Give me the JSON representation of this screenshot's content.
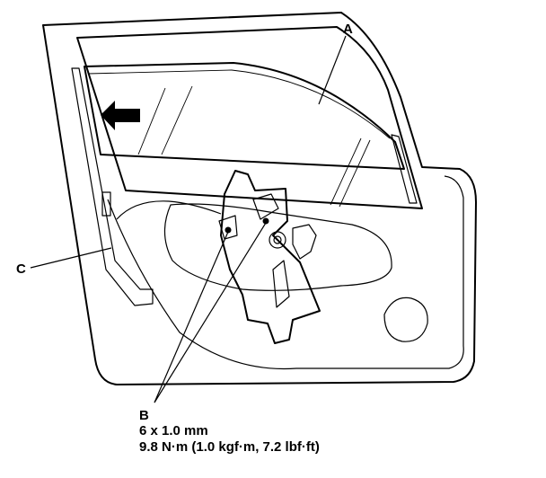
{
  "labels": {
    "a": "A",
    "b": "B",
    "c": "C"
  },
  "spec": {
    "bolt_size": "6 x 1.0 mm",
    "torque": "9.8 N·m (1.0 kgf·m, 7.2 lbf·ft)"
  },
  "icons": {
    "direction_arrow": "left-arrow-icon"
  },
  "colors": {
    "line": "#000000",
    "background": "#ffffff"
  }
}
